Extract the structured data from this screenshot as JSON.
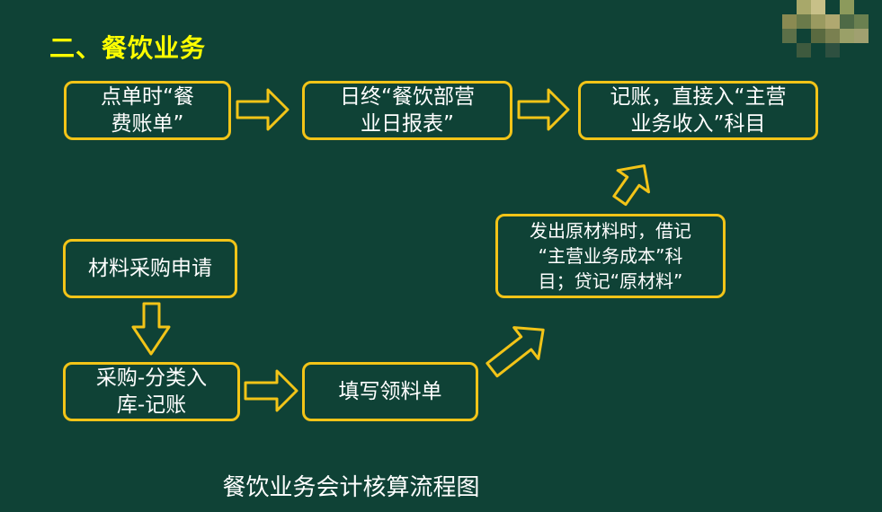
{
  "slide": {
    "title": "二、餐饮业务",
    "caption": "餐饮业务会计核算流程图"
  },
  "nodes": {
    "order_bill": "点单时“餐\n费账单”",
    "daily_report": "日终“餐饮部营\n业日报表”",
    "record_revenue": "记账，直接入“主营\n业务收入”科目",
    "purchase_request": "材料采购申请",
    "purchase_store": "采购-分类入\n库-记账",
    "fill_requisition": "填写领料单",
    "issue_materials": "发出原材料时，借记\n“主营业务成本”科\n目；贷记“原材料”"
  },
  "colors": {
    "background": "#0f4236",
    "title": "#ffff00",
    "box_border": "#f2c418",
    "arrow_stroke": "#f2c418",
    "text": "#ffffff"
  }
}
